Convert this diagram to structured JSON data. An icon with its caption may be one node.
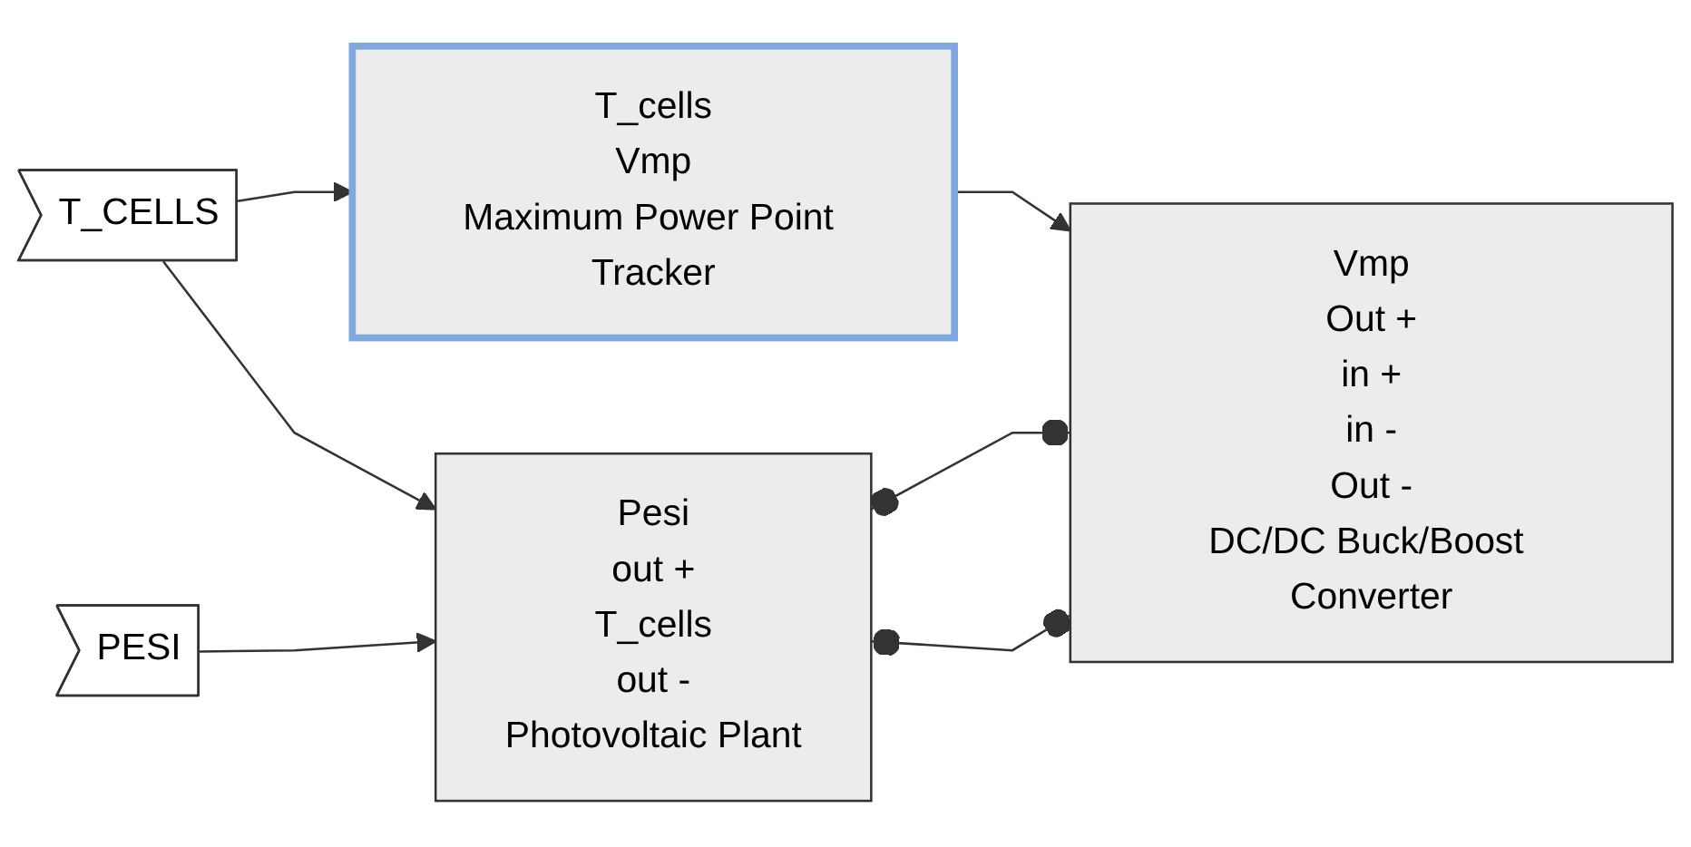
{
  "diagram": {
    "nodes": [
      {
        "text": [
          "T_CELLS"
        ]
      },
      {
        "text": [
          "PESI"
        ]
      },
      {
        "text": [
          "T_cells",
          "Vmp",
          "Maximum Power Point Tracker"
        ]
      },
      {
        "text": [
          "Pesi",
          "out +",
          "T_cells",
          "out -",
          "Photovoltaic Plant"
        ]
      },
      {
        "text": [
          "Vmp",
          "Out +",
          "in +",
          "in -",
          "Out -",
          "DC/DC Buck/Boost Converter"
        ]
      }
    ],
    "edges": [
      {
        "from": 0,
        "to": 2,
        "arrow": "to"
      },
      {
        "from": 0,
        "to": 3,
        "arrow": "to"
      },
      {
        "from": 1,
        "to": 3,
        "arrow": "to"
      },
      {
        "from": 2,
        "to": 4,
        "arrow": "to"
      },
      {
        "from": 3,
        "to": 4,
        "arrow": "other"
      },
      {
        "from": 3,
        "to": 4,
        "arrow": "other"
      }
    ]
  }
}
